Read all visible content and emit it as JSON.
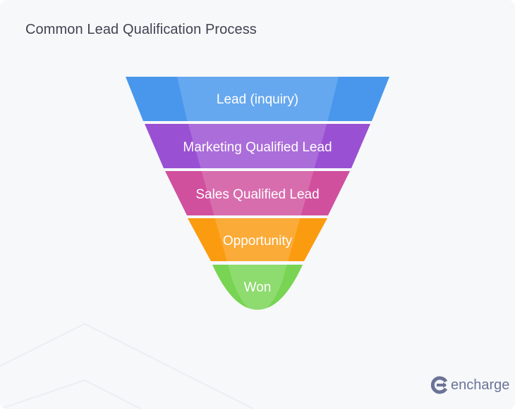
{
  "title": "Common Lead Qualification Process",
  "stages": [
    {
      "label": "Lead (inquiry)",
      "color": "#4897EC"
    },
    {
      "label": "Marketing Qualified Lead",
      "color": "#9A50D3"
    },
    {
      "label": "Sales Qualified Lead",
      "color": "#D0509E"
    },
    {
      "label": "Opportunity",
      "color": "#FB9B10"
    },
    {
      "label": "Won",
      "color": "#78D452"
    }
  ],
  "brand": {
    "name": "encharge",
    "color": "#6B7497"
  }
}
